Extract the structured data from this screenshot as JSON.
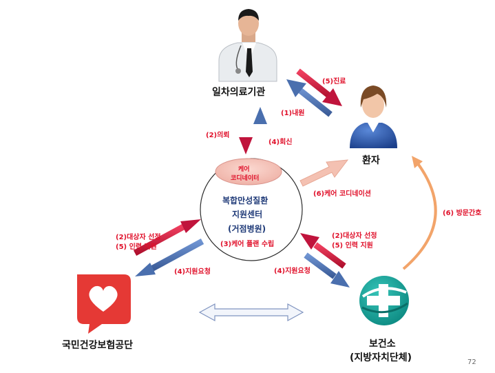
{
  "nodes": {
    "clinic": "일차의료기관",
    "patient": "환자",
    "nhis": "국민건강보험공단",
    "health_center_line1": "보건소",
    "health_center_line2": "(지방자치단체)"
  },
  "center": {
    "coordinator_line1": "케어",
    "coordinator_line2": "코디네이터",
    "title_line1": "복합만성질환",
    "title_line2": "지원센터",
    "title_line3": "(거점병원)",
    "care_plan": "(3)케어 플랜 수립"
  },
  "arrows": {
    "treatment": "(5)진료",
    "visit": "(1)내원",
    "referral": "(2)의뢰",
    "return_referral": "(4)회신",
    "care_coordination": "(6)케어 코디네이션",
    "home_nursing": "(6) 방문간호",
    "left_select": "(2)대상자 선정",
    "left_staff": "(5) 인력 지원",
    "left_request": "(4)지원요청",
    "right_select": "(2)대상자 선정",
    "right_staff": "(5) 인력 지원",
    "right_request": "(4)지원요청"
  },
  "page_number": "72",
  "colors": {
    "red_arrow": "#d0143c",
    "blue_arrow": "#4a6fae",
    "peach_arrow": "#f0b09a",
    "orange_arc": "#f2a46a",
    "label_red": "#e0102a"
  },
  "icons": {
    "clinic": "doctor-icon",
    "patient": "patient-icon",
    "nhis": "heart-logo-icon",
    "health_center": "health-center-cross-icon"
  }
}
